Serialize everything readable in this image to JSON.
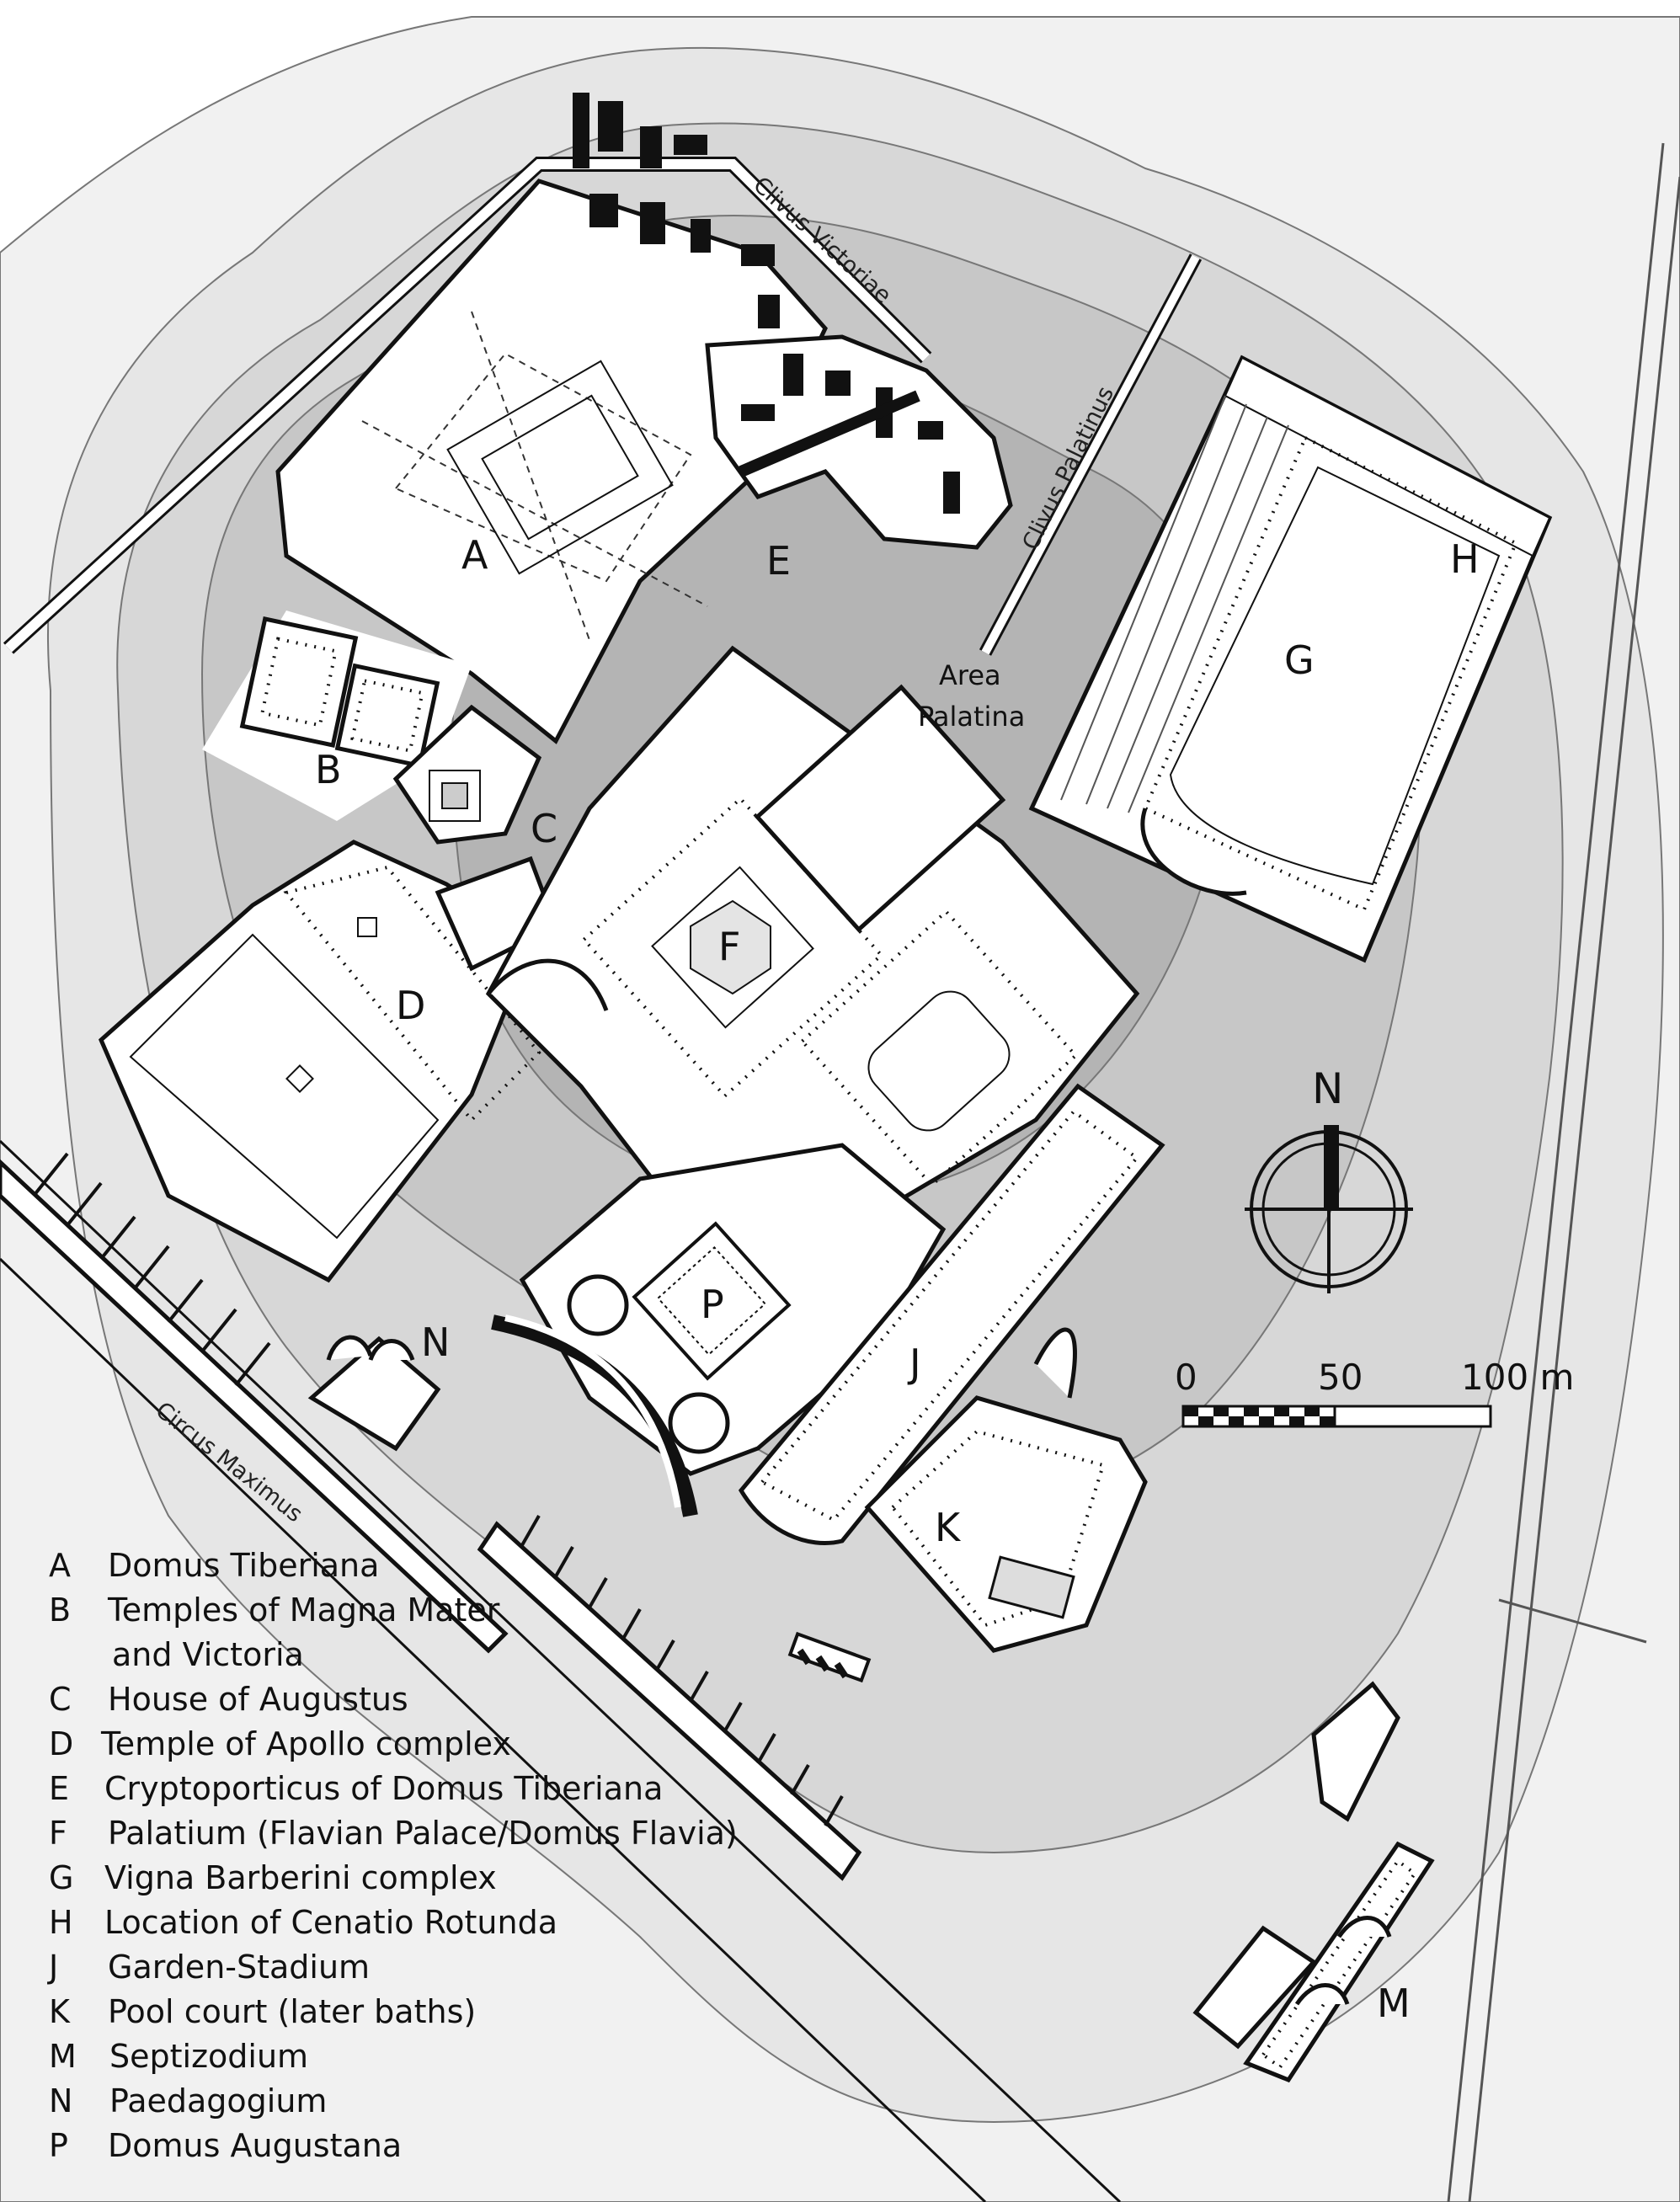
{
  "map": {
    "site_labels": {
      "A": "A",
      "B": "B",
      "C": "C",
      "D": "D",
      "E": "E",
      "F": "F",
      "G": "G",
      "H": "H",
      "J": "J",
      "K": "K",
      "M": "M",
      "N": "N",
      "P": "P"
    },
    "streets": {
      "clivus_victoriae": "Clivus Victoriae",
      "clivus_palatinus": "Clivus Palatinus",
      "circus_maximus": "Circus Maximus"
    },
    "area_palatina": {
      "line1": "Area",
      "line2": "Palatina"
    },
    "north_label": "N",
    "scale_bar": {
      "zero": "0",
      "mid": "50",
      "end": "100 m"
    },
    "colors": {
      "terrain_outer": "#f1f1f1",
      "terrain_2": "#e6e6e6",
      "terrain_3": "#d7d7d7",
      "terrain_4": "#c7c7c7",
      "terrain_top": "#b4b4b4",
      "buildings": "#ffffff",
      "walls": "#111111"
    }
  },
  "legend": [
    {
      "key": "A",
      "text": "Domus Tiberiana"
    },
    {
      "key": "B",
      "text": "Temples of Magna Mater"
    },
    {
      "key": "",
      "text": "and Victoria"
    },
    {
      "key": "C",
      "text": "House of Augustus"
    },
    {
      "key": "D",
      "text": "Temple of Apollo complex"
    },
    {
      "key": "E",
      "text": "Cryptoporticus of Domus Tiberiana"
    },
    {
      "key": "F",
      "text": "Palatium (Flavian Palace/Domus Flavia)"
    },
    {
      "key": "G",
      "text": "Vigna Barberini complex"
    },
    {
      "key": "H",
      "text": "Location of Cenatio Rotunda"
    },
    {
      "key": "J",
      "text": "Garden-Stadium"
    },
    {
      "key": "K",
      "text": "Pool court (later baths)"
    },
    {
      "key": "M",
      "text": "Septizodium"
    },
    {
      "key": "N",
      "text": "Paedagogium"
    },
    {
      "key": "P",
      "text": "Domus Augustana"
    }
  ]
}
